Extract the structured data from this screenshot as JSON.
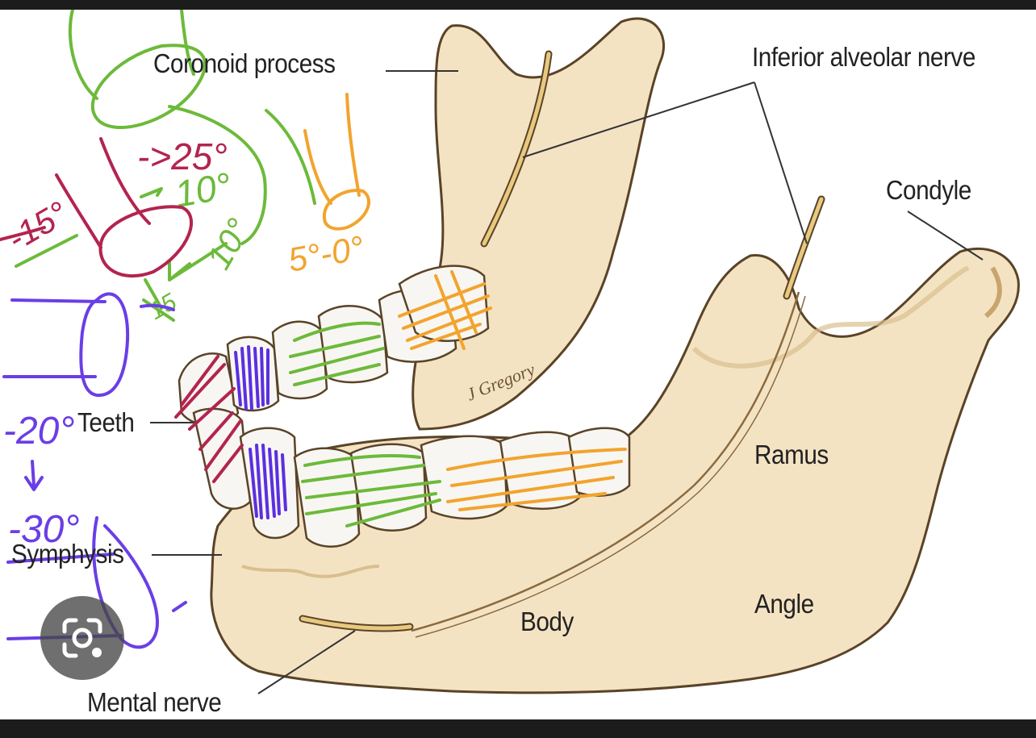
{
  "labels": {
    "coronoid": "Coronoid process",
    "inferior_nerve": "Inferior alveolar nerve",
    "condyle": "Condyle",
    "teeth": "Teeth",
    "ramus": "Ramus",
    "symphysis": "Symphysis",
    "body": "Body",
    "angle": "Angle",
    "mental_nerve": "Mental nerve"
  },
  "signature": "J Gregory",
  "annotations": {
    "a_25": "->25°",
    "a_10a": "10°",
    "a_10b": "10°",
    "a_neg15": "-15°",
    "a_15": "15",
    "a_5_0": "5°-0°",
    "a_neg20": "-20°",
    "a_neg30": "-30°"
  },
  "ink_colors": {
    "green": "#6cba3a",
    "crimson": "#b3244f",
    "purple": "#6a3ee6",
    "orange": "#f2a42e"
  },
  "bone_colors": {
    "fill": "#f4e3c3",
    "shade": "#e9d3a8",
    "outline": "#5a4327"
  },
  "visual_search_icon": "camera-lens-icon"
}
